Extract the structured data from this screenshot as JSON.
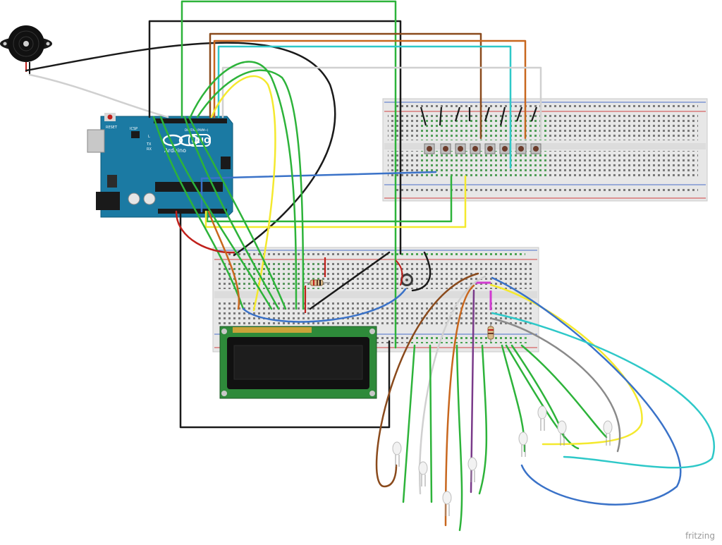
{
  "watermark": "fritzing",
  "arduino": {
    "logo": "Arduino",
    "model": "UNO",
    "reset_label": "RESET",
    "icsp_label": "ICSP",
    "tx_label": "TX",
    "rx_label": "RX",
    "l_label": "L",
    "digital_label": "DIGITAL (PWM~)"
  },
  "colors": {
    "black": "#1a1a1a",
    "green": "#2db33a",
    "brown": "#8a4a1c",
    "orange": "#c8671e",
    "cyan": "#2ec8c8",
    "white": "#d9d9d9",
    "yellow": "#f4e92e",
    "blue": "#3a72c8",
    "gray": "#8a8a8a",
    "red": "#c0201b",
    "magenta": "#d03ad0",
    "purple": "#7a3a8a",
    "arduino_teal": "#1b7aa3",
    "lcd_green": "#2e8a3a"
  }
}
